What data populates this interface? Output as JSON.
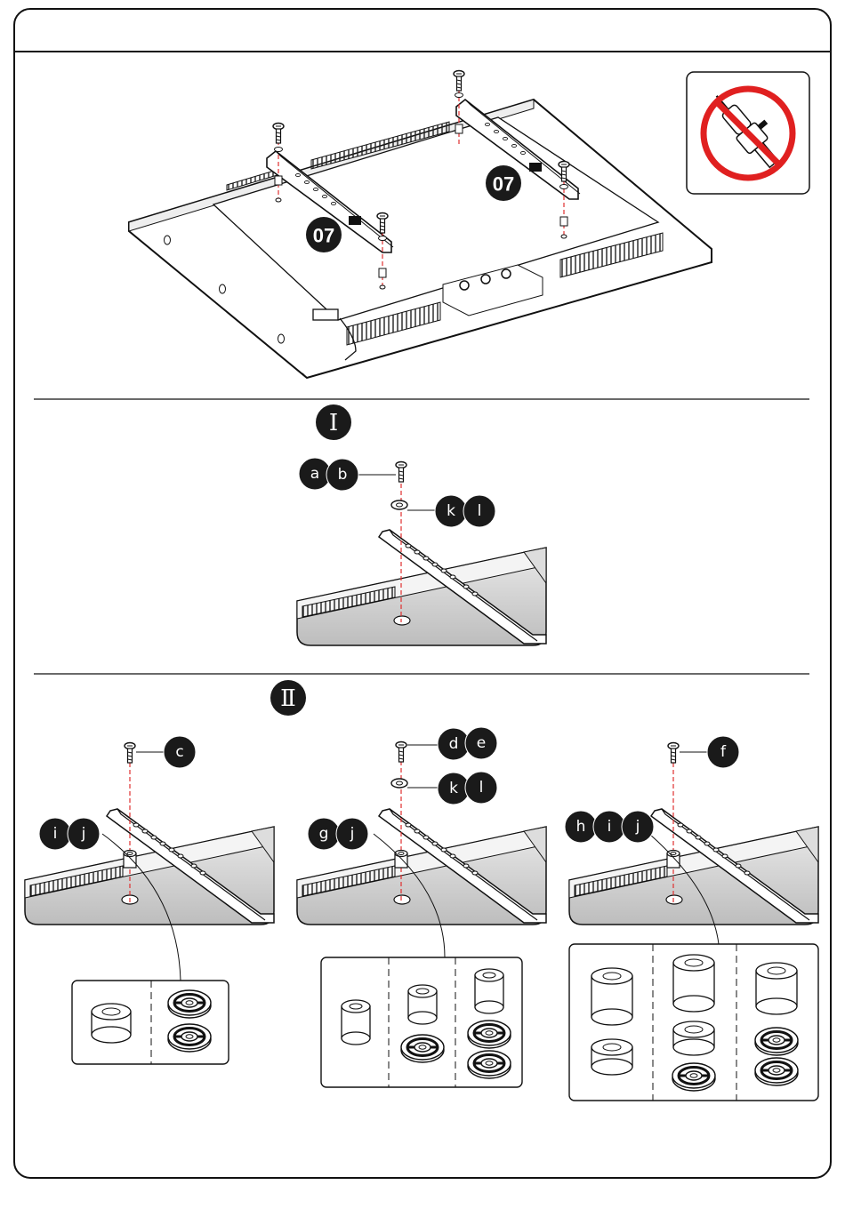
{
  "overview": {
    "part_label_left": "07",
    "part_label_right": "07",
    "warning_icon": "no-power-drill-icon"
  },
  "step1": {
    "number": "Ⅰ",
    "screw_parts": [
      "a",
      "b"
    ],
    "washer_parts": [
      "k",
      "l"
    ]
  },
  "step2": {
    "number": "Ⅱ",
    "variants": [
      {
        "screw_parts": [
          "c"
        ],
        "washer_parts": [],
        "spacer_parts": [
          "i",
          "j"
        ]
      },
      {
        "screw_parts": [
          "d",
          "e"
        ],
        "washer_parts": [
          "k",
          "l"
        ],
        "spacer_parts": [
          "g",
          "j"
        ]
      },
      {
        "screw_parts": [
          "f"
        ],
        "washer_parts": [],
        "spacer_parts": [
          "h",
          "i",
          "j"
        ]
      }
    ]
  },
  "colors": {
    "badge": "#1a1a1a",
    "guide_line": "#e03030",
    "prohibit": "#e02020",
    "panel_gray": "#c8c8c8"
  }
}
